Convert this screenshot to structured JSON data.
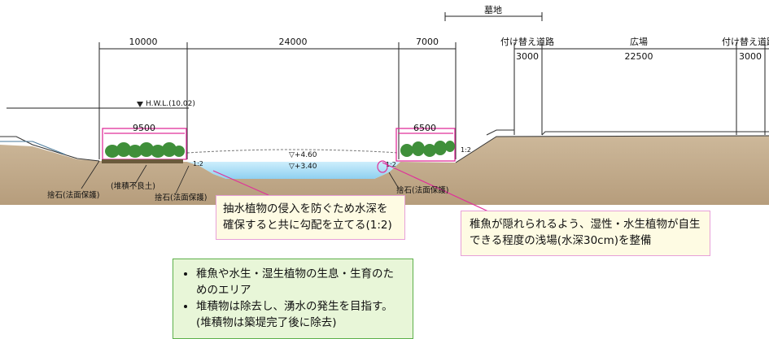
{
  "dimensions": {
    "d1": "10000",
    "d2": "24000",
    "d3": "7000",
    "area": "墓地",
    "road_left": "付け替え道路",
    "plaza": "広場",
    "road_right": "付け替え道路",
    "road_left_w": "3000",
    "plaza_w": "22500",
    "road_right_w": "3000",
    "planting_left": "9500",
    "planting_right": "6500"
  },
  "levels": {
    "hwl": "H.W.L.(10.02)",
    "upper": "▽+4.60",
    "lower": "▽+3.40"
  },
  "slopes": {
    "left": "1:2",
    "right_bank": "1:2",
    "right_pond": "1:2"
  },
  "labels": {
    "riprap_left": "捨石(法面保護)",
    "sediment": "(堆積不良土)",
    "riprap_mid": "捨石(法面保護)",
    "riprap_right": "捨石(法面保護)"
  },
  "notes": {
    "mid": "抽水植物の侵入を防ぐため水深を確保すると共に勾配を立てる(1:2)",
    "right": "稚魚が隠れられるよう、湿性・水生植物が自生できる程度の浅場(水深30cm)を整備",
    "green": [
      "稚魚や水生・湿生植物の生息・生育のためのエリア",
      "堆積物は除去し、湧水の発生を目指す。(堆積物は築堤完了後に除去)"
    ]
  },
  "colors": {
    "soil": "#bfa98a",
    "water": "#a8dcf4",
    "planting_box": "#e0309a",
    "vegetation": "#3f8f3a",
    "note_border": "#e7a0d8",
    "green_note_border": "#5db04a"
  }
}
